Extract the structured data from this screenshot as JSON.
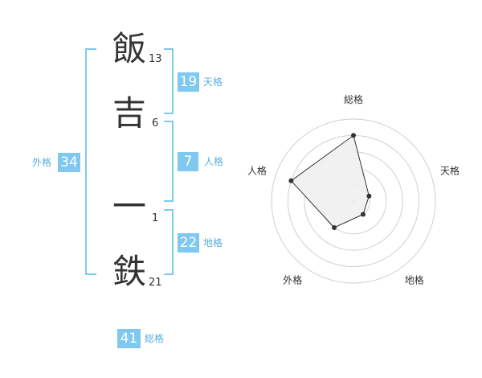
{
  "name_chars": [
    {
      "char": "飯",
      "strokes": "13"
    },
    {
      "char": "吉",
      "strokes": "6"
    },
    {
      "char": "一",
      "strokes": "1"
    },
    {
      "char": "鉄",
      "strokes": "21"
    }
  ],
  "fortunes": {
    "tenkaku": {
      "value": "19",
      "label": "天格"
    },
    "jinkaku": {
      "value": "7",
      "label": "人格"
    },
    "chikaku": {
      "value": "22",
      "label": "地格"
    },
    "gaikaku": {
      "value": "34",
      "label": "外格"
    },
    "soukaku": {
      "value": "41",
      "label": "総格"
    }
  },
  "chart_data": {
    "type": "radar",
    "axes": [
      "総格",
      "天格",
      "地格",
      "外格",
      "人格"
    ],
    "values": [
      4,
      1,
      1,
      2,
      4
    ],
    "max": 5,
    "rings": 5,
    "fill_color": "#f0f0f0",
    "line_color": "#333333",
    "grid_color": "#d0d0d0"
  },
  "colors": {
    "accent": "#7fc8f0",
    "label": "#5aaee0",
    "text": "#333333"
  }
}
